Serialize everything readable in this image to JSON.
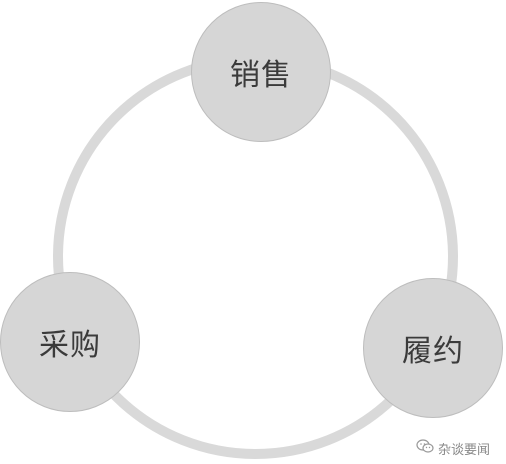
{
  "diagram": {
    "nodes": [
      {
        "id": "sales",
        "label": "销售"
      },
      {
        "id": "fulfillment",
        "label": "履约"
      },
      {
        "id": "procurement",
        "label": "采购"
      }
    ]
  },
  "watermark": {
    "icon": "wechat-icon",
    "text": "杂谈要闻"
  },
  "colors": {
    "ring": "#d9d9d9",
    "node_fill": "#d6d6d6",
    "node_border": "#bdbdbd",
    "text": "#3b3b3b"
  }
}
